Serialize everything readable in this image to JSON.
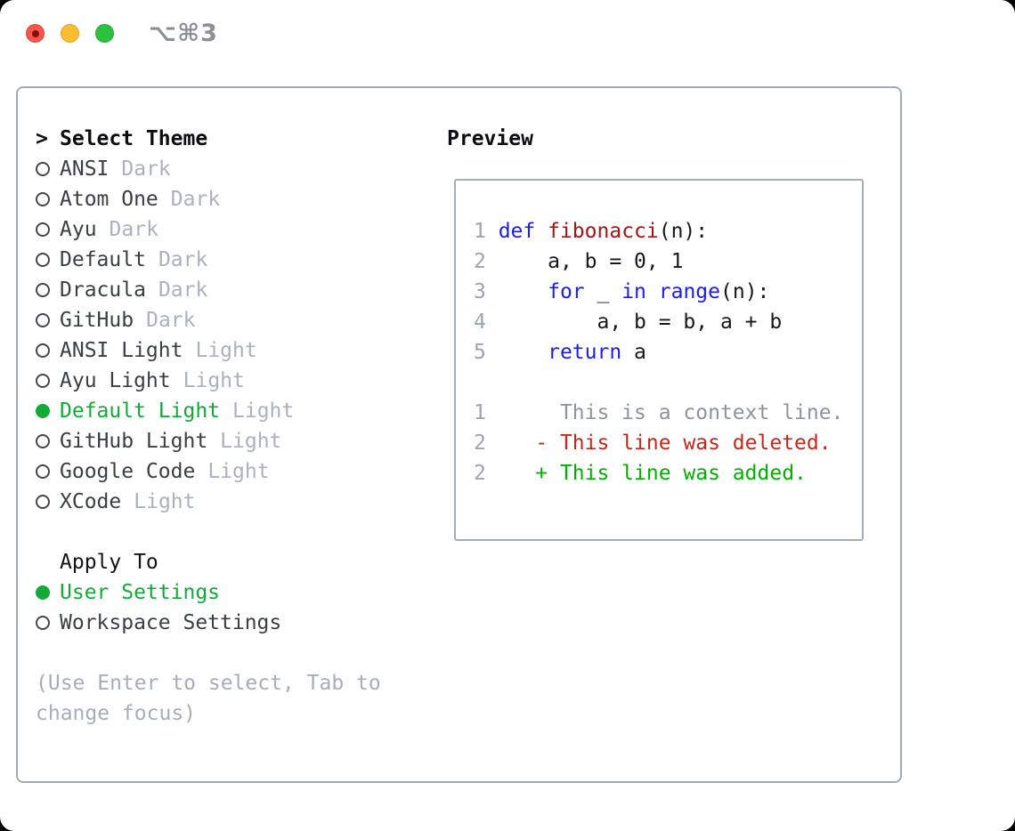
{
  "titlebar": {
    "shortcut": "⌥⌘3",
    "traffic_lights": [
      "close",
      "minimize",
      "zoom"
    ]
  },
  "colors": {
    "selection_green": "#12ab38",
    "keyword_blue": "#1d1de8",
    "function_red": "#a31515",
    "diff_deleted_red": "#c3281c",
    "diff_added_green": "#00b100",
    "muted_gray": "#a9b2bd",
    "border_gray": "#a2abb5"
  },
  "left": {
    "prompt": ">",
    "title": "Select Theme",
    "themes": [
      {
        "label": "ANSI",
        "variant": "Dark",
        "selected": false
      },
      {
        "label": "Atom One",
        "variant": "Dark",
        "selected": false
      },
      {
        "label": "Ayu",
        "variant": "Dark",
        "selected": false
      },
      {
        "label": "Default",
        "variant": "Dark",
        "selected": false
      },
      {
        "label": "Dracula",
        "variant": "Dark",
        "selected": false
      },
      {
        "label": "GitHub",
        "variant": "Dark",
        "selected": false
      },
      {
        "label": "ANSI Light",
        "variant": "Light",
        "selected": false
      },
      {
        "label": "Ayu Light",
        "variant": "Light",
        "selected": false
      },
      {
        "label": "Default Light",
        "variant": "Light",
        "selected": true
      },
      {
        "label": "GitHub Light",
        "variant": "Light",
        "selected": false
      },
      {
        "label": "Google Code",
        "variant": "Light",
        "selected": false
      },
      {
        "label": "XCode",
        "variant": "Light",
        "selected": false
      }
    ],
    "apply_to": {
      "heading": "Apply To",
      "options": [
        {
          "label": "User Settings",
          "selected": true
        },
        {
          "label": "Workspace Settings",
          "selected": false
        }
      ]
    },
    "hint": "(Use Enter to select, Tab to\nchange focus)"
  },
  "preview": {
    "title": "Preview",
    "code_lines": [
      [
        {
          "t": "1 ",
          "c": "ln"
        },
        {
          "t": "def",
          "c": "kw"
        },
        {
          "t": " ",
          "c": "tx"
        },
        {
          "t": "fibonacci",
          "c": "fn"
        },
        {
          "t": "(n):",
          "c": "tx"
        }
      ],
      [
        {
          "t": "2 ",
          "c": "ln"
        },
        {
          "t": "    a, b = 0, 1",
          "c": "tx"
        }
      ],
      [
        {
          "t": "3 ",
          "c": "ln"
        },
        {
          "t": "    ",
          "c": "tx"
        },
        {
          "t": "for",
          "c": "kw"
        },
        {
          "t": " _ ",
          "c": "tx"
        },
        {
          "t": "in",
          "c": "kw"
        },
        {
          "t": " ",
          "c": "tx"
        },
        {
          "t": "range",
          "c": "kw"
        },
        {
          "t": "(n):",
          "c": "tx"
        }
      ],
      [
        {
          "t": "4 ",
          "c": "ln"
        },
        {
          "t": "        a, b = b, a + b",
          "c": "tx"
        }
      ],
      [
        {
          "t": "5 ",
          "c": "ln"
        },
        {
          "t": "    ",
          "c": "tx"
        },
        {
          "t": "return",
          "c": "kw"
        },
        {
          "t": " a",
          "c": "tx"
        }
      ],
      [],
      [
        {
          "t": "1",
          "c": "ln"
        },
        {
          "t": "      This is a context line.",
          "c": "ctx"
        }
      ],
      [
        {
          "t": "2",
          "c": "ln"
        },
        {
          "t": "    ",
          "c": "tx"
        },
        {
          "t": "- This line was deleted.",
          "c": "del"
        }
      ],
      [
        {
          "t": "2",
          "c": "ln"
        },
        {
          "t": "    ",
          "c": "tx"
        },
        {
          "t": "+ This line was added.",
          "c": "add"
        }
      ]
    ]
  }
}
